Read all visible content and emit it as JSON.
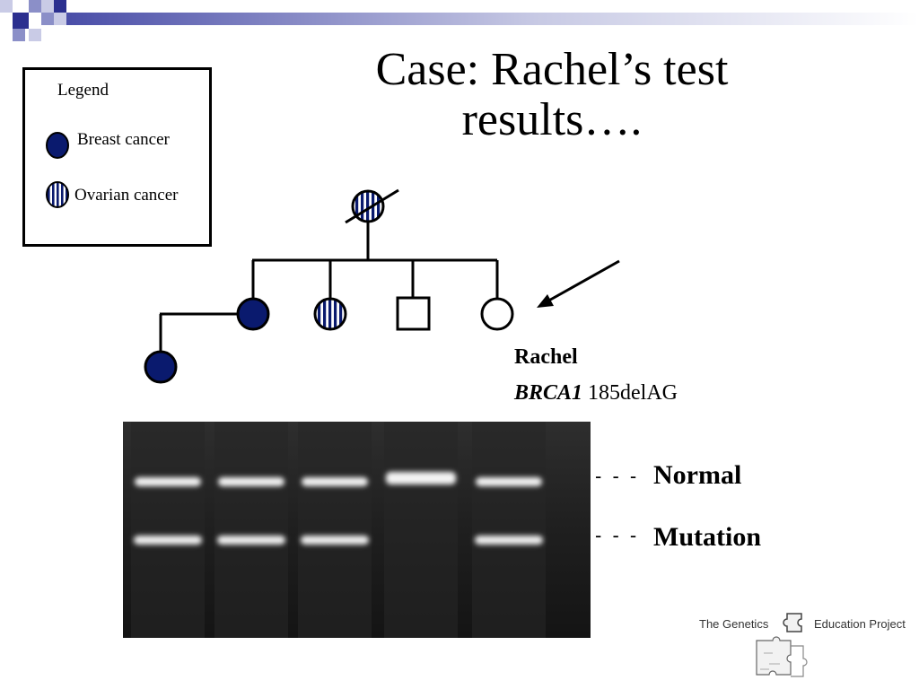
{
  "slide": {
    "title_line1": "Case: Rachel’s test",
    "title_line2": "results…."
  },
  "legend": {
    "title": "Legend",
    "items": [
      {
        "label": "Breast  cancer",
        "symbol": "filled-circle",
        "color": "#0a1a6e"
      },
      {
        "label": "Ovarian cancer",
        "symbol": "striped-circle",
        "color": "#0a1a6e"
      }
    ]
  },
  "pedigree": {
    "proband_name": "Rachel",
    "gene": "BRCA1",
    "mutation": "185delAG",
    "individuals": [
      {
        "id": "grandmother",
        "sex": "female",
        "phenotype": "ovarian cancer",
        "deceased": true
      },
      {
        "id": "daughter-1",
        "sex": "female",
        "phenotype": "breast cancer"
      },
      {
        "id": "daughter-2",
        "sex": "female",
        "phenotype": "ovarian cancer"
      },
      {
        "id": "son",
        "sex": "male",
        "phenotype": "unaffected"
      },
      {
        "id": "rachel",
        "sex": "female",
        "phenotype": "unaffected",
        "proband": true
      },
      {
        "id": "granddaughter",
        "sex": "female",
        "phenotype": "breast cancer"
      }
    ]
  },
  "gel": {
    "band_labels": {
      "normal": "Normal",
      "mutation": "Mutation"
    },
    "dash_marker": "- - -",
    "lanes": [
      {
        "lane": 1,
        "normal_band": true,
        "mutation_band": true
      },
      {
        "lane": 2,
        "normal_band": true,
        "mutation_band": true
      },
      {
        "lane": 3,
        "normal_band": true,
        "mutation_band": true
      },
      {
        "lane": 4,
        "normal_band": true,
        "mutation_band": false
      },
      {
        "lane": 5,
        "normal_band": true,
        "mutation_band": true
      }
    ]
  },
  "logo": {
    "text_left": "The Genetics",
    "text_right": "Education Project"
  },
  "colors": {
    "affected": "#0a1a6e",
    "header_squares": [
      "#2b2f8f",
      "#8b8fc8",
      "#c9cbe6"
    ]
  }
}
